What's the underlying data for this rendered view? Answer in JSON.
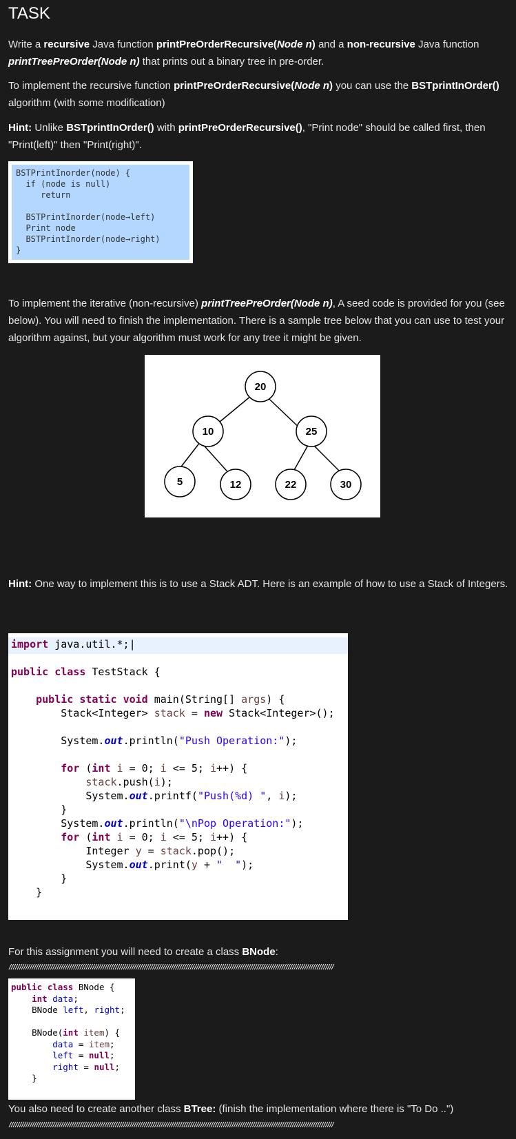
{
  "heading": "TASK",
  "p1": {
    "a": "Write a ",
    "b1": "recursive",
    "c": " Java function ",
    "b2": "printPreOrderRecursive(",
    "i1": "Node n",
    "b3": ")",
    "d": " and a ",
    "b4": "non-recursive",
    "e": " Java function ",
    "bi1": "printTreePreOrder(Node n)",
    "f": " that prints out a binary tree in pre-order."
  },
  "p2": {
    "a": "To implement the recursive function ",
    "b1": "printPreOrderRecursive(",
    "i1": "Node n",
    "b2": ")",
    "c": " you can use the ",
    "b3": "BSTprintInOrder()",
    "d": " algorithm (with some modification)"
  },
  "p3": {
    "b1": "Hint:",
    "a": " Unlike ",
    "b2": "BSTprintInOrder()",
    "c": " with ",
    "b3": "printPreOrderRecursive()",
    "d": ", \"Print node\" should be called first, then \"Print(left)\" then \"Print(right)\"."
  },
  "pseudo": "BSTPrintInorder(node) {\n  if (node is null)\n     return\n\n  BSTPrintInorder(node→left)\n  Print node\n  BSTPrintInorder(node→right)\n}",
  "p4": {
    "a": "To implement the iterative (non-recursive) ",
    "bi1": "printTreePreOrder(Node n)",
    "b": ", A seed code is provided for you (see below). You will need to finish the implementation.  There is a sample tree below that you can use to test your algorithm against, but your algorithm must work for any tree it might be given."
  },
  "tree": {
    "root": "20",
    "l": "10",
    "r": "25",
    "ll": "5",
    "lr": "12",
    "rl": "22",
    "rr": "30"
  },
  "p5": {
    "b1": "Hint:",
    "a": "  One way to implement this is to use a Stack ADT. Here is an example of how to use a Stack of Integers."
  },
  "code_stack": {
    "l1a": "import",
    "l1b": " java.util.*;",
    "l2a": "public",
    "l2b": "class",
    "l2c": " TestStack {",
    "l3a": "public",
    "l3b": "static",
    "l3c": "void",
    "l3d": " main(String[] ",
    "l3e": "args",
    "l3f": ") {",
    "l4a": "Stack<Integer> ",
    "l4b": "stack",
    "l4c": " = ",
    "l4d": "new",
    "l4e": " Stack<Integer>();",
    "l5a": "System.",
    "l5b": "out",
    "l5c": ".println(",
    "l5d": "\"Push Operation:\"",
    "l5e": ");",
    "l6a": "for",
    "l6b": " (",
    "l6c": "int",
    "l6d": " i",
    "l6e": " = 0; ",
    "l6f": "i",
    "l6g": " <= 5; ",
    "l6h": "i",
    "l6i": "++) {",
    "l7a": "stack",
    "l7b": ".push(",
    "l7c": "i",
    "l7d": ");",
    "l8a": "System.",
    "l8b": "out",
    "l8c": ".printf(",
    "l8d": "\"Push(%d) \"",
    "l8e": ", ",
    "l8f": "i",
    "l8g": ");",
    "l9": "}",
    "l10a": "System.",
    "l10b": "out",
    "l10c": ".println(",
    "l10d": "\"\\nPop Operation:\"",
    "l10e": ");",
    "l11a": "for",
    "l11b": " (",
    "l11c": "int",
    "l11d": " i",
    "l11e": " = 0; ",
    "l11f": "i",
    "l11g": " <= 5; ",
    "l11h": "i",
    "l11i": "++) {",
    "l12a": "Integer ",
    "l12b": "y",
    "l12c": " = ",
    "l12d": "stack",
    "l12e": ".pop();",
    "l13a": "System.",
    "l13b": "out",
    "l13c": ".print(",
    "l13d": "y",
    "l13e": " + ",
    "l13f": "\"  \"",
    "l13g": ");",
    "l14": "}",
    "l15": "}",
    "l16": "}"
  },
  "p6": {
    "a": "For this assignment you will need to create a class ",
    "b1": "BNode",
    ":": ":"
  },
  "slashes": "////////////////////////////////////////////////////////////////////////////////////////////////////////////////////////////////////////////////////////////",
  "code_bnode": {
    "l1a": "public",
    "l1b": "class",
    "l1c": " BNode {",
    "l2a": "int",
    "l2b": "data",
    ";": ";",
    "l3a": "BNode ",
    "l3b": "left",
    ", ": ", ",
    "l3c": "right",
    "l4a": "BNode(",
    "l4b": "int",
    "l4c": "item",
    "l4d": ") {",
    "l5a": "data",
    "l5b": " = ",
    "l5c": "item",
    "l6a": "left",
    "l6b": " = ",
    "l6c": "null",
    "l7a": "right",
    "l7b": " = ",
    "l7c": "null",
    "l8": "}",
    "l9": "}"
  },
  "p7": {
    "a": "You also need to create another class ",
    "b1": "BTree:",
    "b": " (finish the implementation where there is \"To Do ..\")"
  }
}
